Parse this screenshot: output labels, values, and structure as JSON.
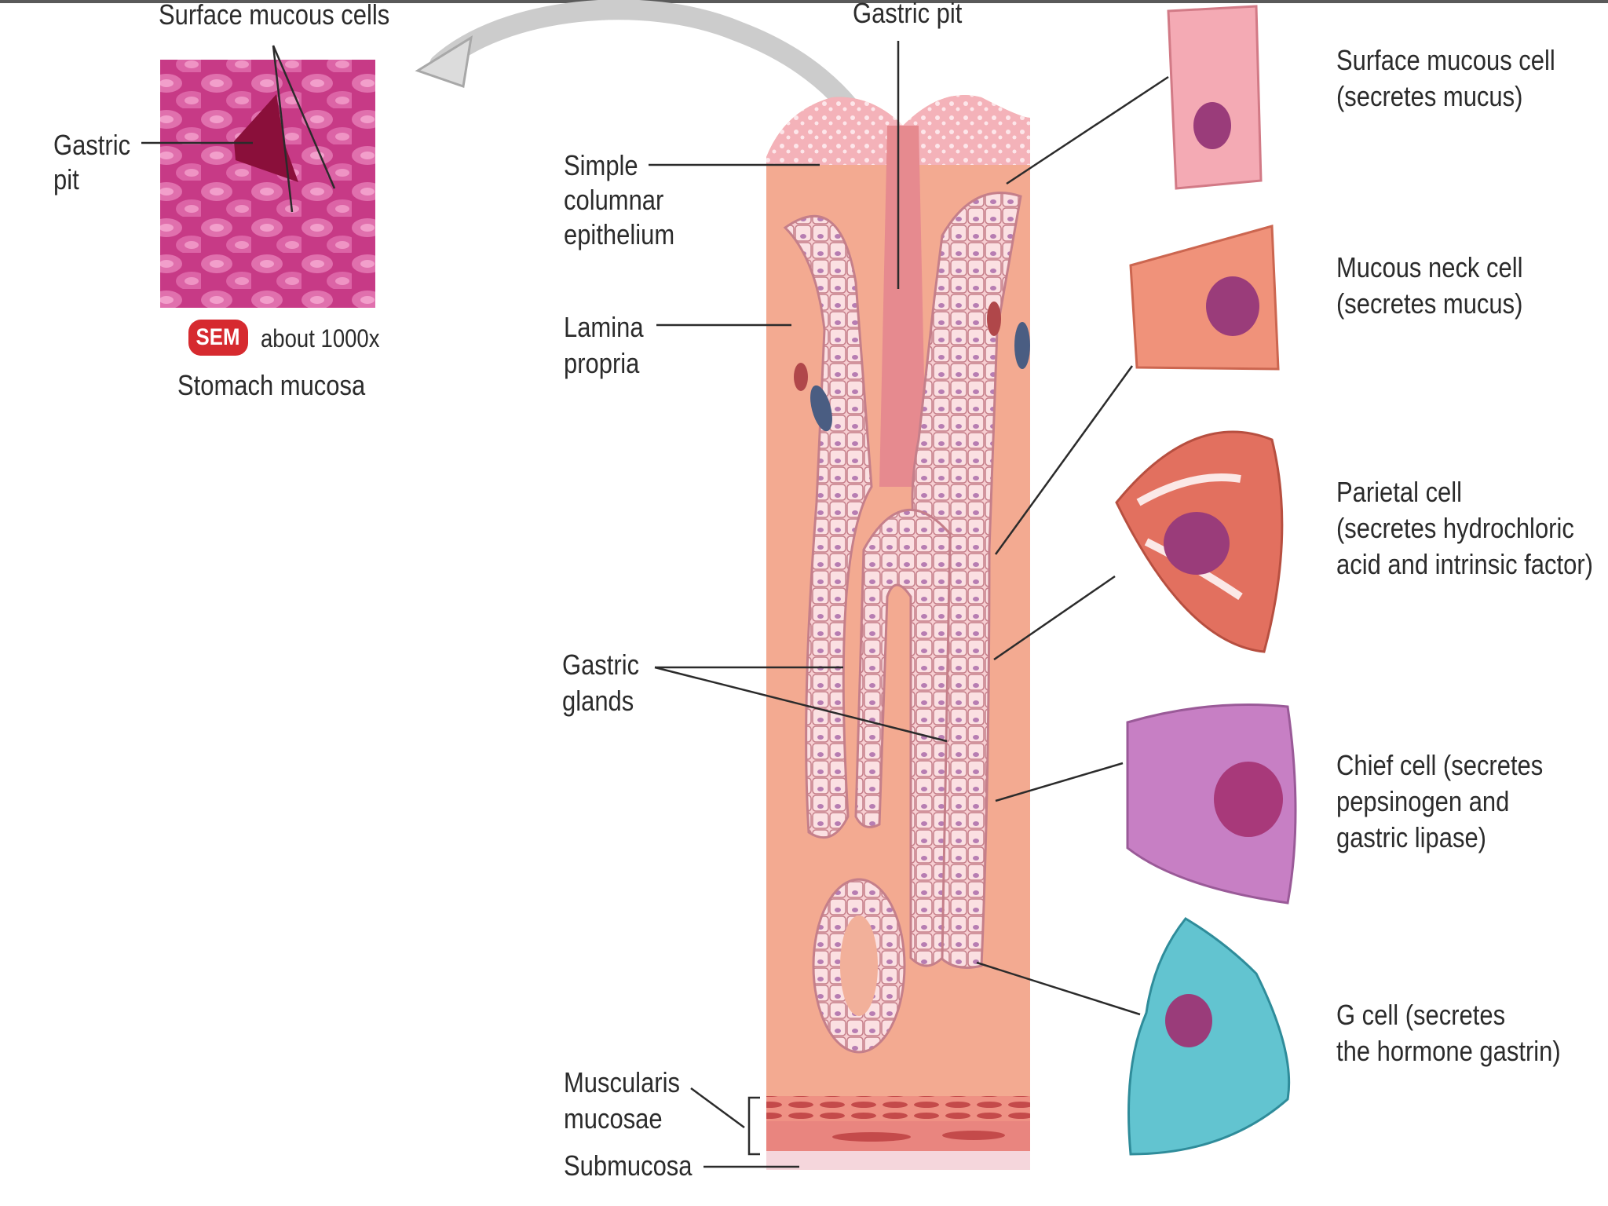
{
  "sem_panel": {
    "top_label": "Surface mucous cells",
    "pit_label": [
      "Gastric",
      "pit"
    ],
    "badge": "SEM",
    "magnification": "about 1000x",
    "caption": "Stomach mucosa"
  },
  "section": {
    "gastric_pit": "Gastric pit",
    "simple_columnar": [
      "Simple",
      "columnar",
      "epithelium"
    ],
    "lamina_propria": [
      "Lamina",
      "propria"
    ],
    "gastric_glands": [
      "Gastric",
      "glands"
    ],
    "muscularis_mucosae": [
      "Muscularis",
      "mucosae"
    ],
    "submucosa": "Submucosa"
  },
  "cells": [
    {
      "lines": [
        "Surface mucous cell",
        "(secretes mucus)"
      ]
    },
    {
      "lines": [
        "Mucous neck cell",
        "(secretes mucus)"
      ]
    },
    {
      "lines": [
        "Parietal cell",
        "(secretes hydrochloric",
        "acid and intrinsic factor)"
      ]
    },
    {
      "lines": [
        "Chief cell (secretes",
        "pepsinogen and",
        "gastric lipase)"
      ]
    },
    {
      "lines": [
        "G cell (secretes",
        "the hormone gastrin)"
      ]
    }
  ],
  "colors": {
    "tissue": "#f2a98f",
    "epithelium": "#f7c7c7",
    "sem": "#cc3c88",
    "surface_cell": "#f4aab4",
    "neck_cell": "#f09078",
    "parietal_cell": "#e2705f",
    "chief_cell": "#c77fc4",
    "g_cell": "#62c4d0"
  }
}
